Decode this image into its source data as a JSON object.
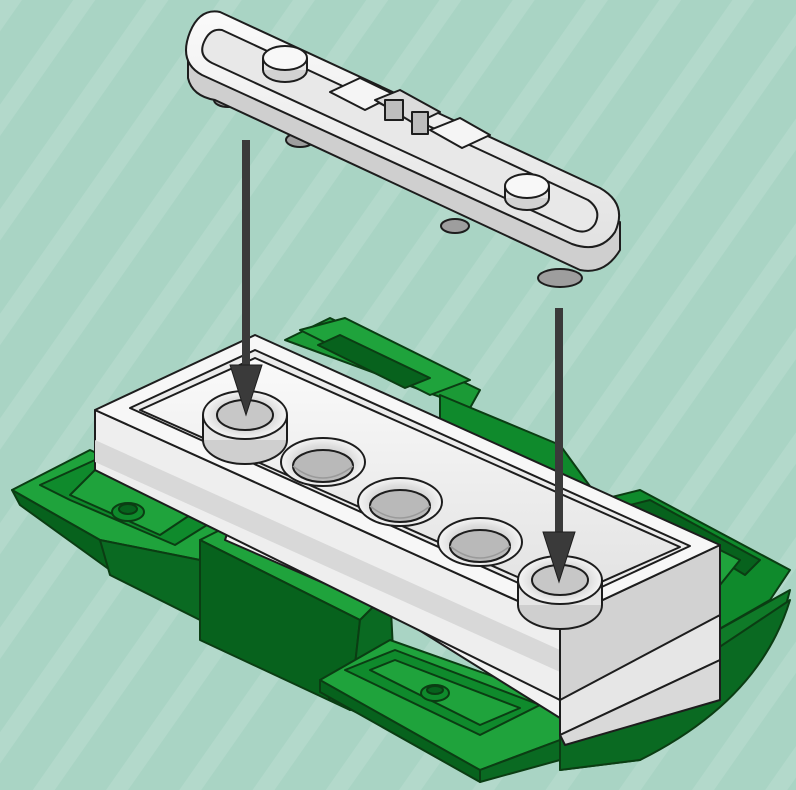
{
  "illustration": {
    "kind": "assembly-instruction-step",
    "arrow_count": 2,
    "stud_count": 5,
    "colors": {
      "background": "#a9d4c4",
      "background_stripe": "#b9ddd0",
      "base_green_light": "#1fa33c",
      "base_green_mid": "#0f8a2c",
      "base_green_dark": "#07621d",
      "plate_white": "#f4f4f4",
      "plate_shadow": "#c9c9c9",
      "arrow": "#3a3a3a",
      "outline": "#1d1d1d"
    }
  }
}
